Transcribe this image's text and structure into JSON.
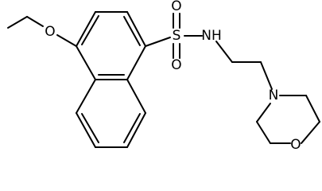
{
  "atoms": {
    "ether_oxygen": "O",
    "sulfur": "S",
    "sulfonyl_oxygen_top": "O",
    "sulfonyl_oxygen_bottom": "O",
    "amine": "NH",
    "morpholine_nitrogen": "N",
    "morpholine_oxygen": "O"
  },
  "colors": {
    "bond": "#000000",
    "label": "#000000",
    "background": "#ffffff"
  }
}
